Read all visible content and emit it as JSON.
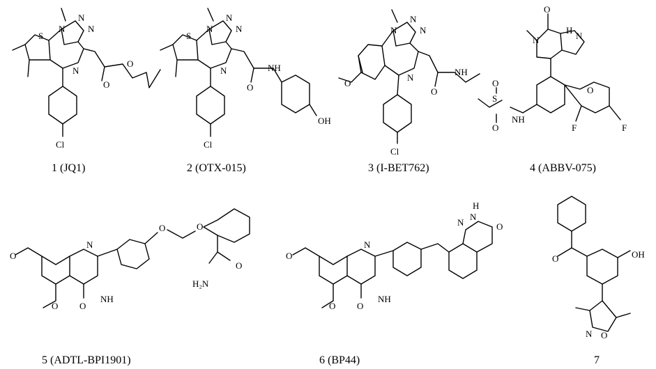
{
  "compounds": [
    {
      "caption": "1 (JQ1)"
    },
    {
      "caption": "2 (OTX-015)"
    },
    {
      "caption": "3 (I-BET762)"
    },
    {
      "caption": "4 (ABBV-075)"
    },
    {
      "caption": "5 (ADTL-BPI1901)"
    },
    {
      "caption": "6 (BP44)"
    },
    {
      "caption": "7"
    }
  ],
  "atoms": {
    "S": "S",
    "N": "N",
    "O": "O",
    "Cl": "Cl",
    "F": "F",
    "NH": "NH",
    "HN": "HN",
    "H": "H",
    "OH": "OH",
    "H2N": "H₂N",
    "N_isox": "N",
    "O_isox": "O"
  }
}
